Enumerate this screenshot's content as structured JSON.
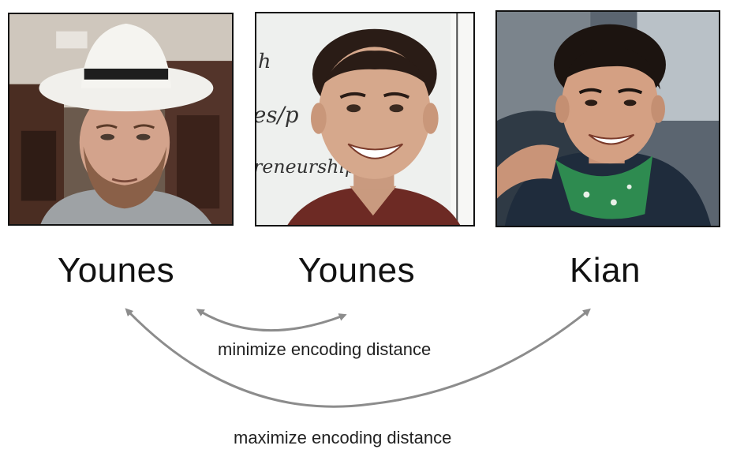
{
  "people": [
    {
      "name": "Younes",
      "photo_icon": "person-photo-hat"
    },
    {
      "name": "Younes",
      "photo_icon": "person-photo-whiteboard"
    },
    {
      "name": "Kian",
      "photo_icon": "person-photo-outdoor"
    }
  ],
  "relations": {
    "positive_pair_caption": "minimize encoding distance",
    "negative_pair_caption": "maximize encoding distance"
  },
  "colors": {
    "arrow": "#8c8c8c",
    "frame": "#111111",
    "text": "#111111"
  }
}
